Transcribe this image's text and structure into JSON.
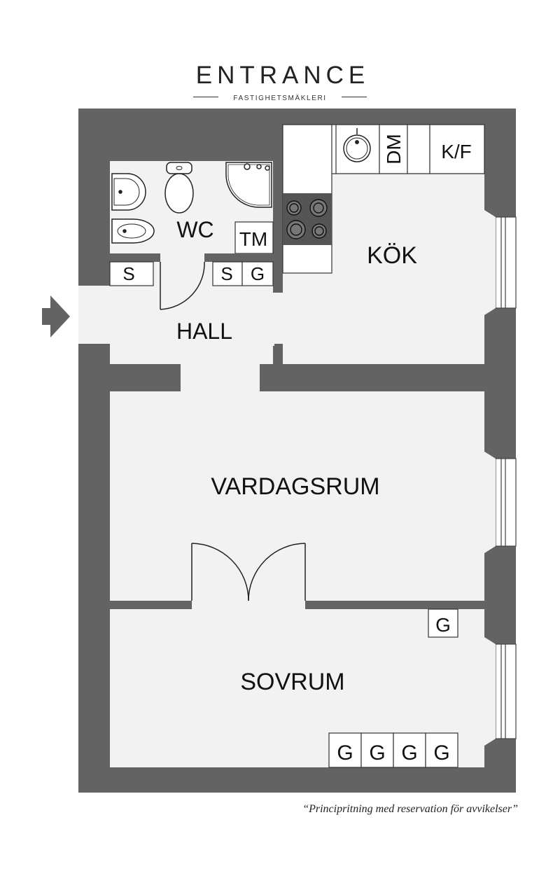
{
  "brand": {
    "name": "ENTRANCE",
    "tagline": "FASTIGHETSMÄKLERI"
  },
  "rooms": {
    "wc": "WC",
    "kok": "KÖK",
    "hall": "HALL",
    "vardagsrum": "VARDAGSRUM",
    "sovrum": "SOVRUM"
  },
  "fixtures": {
    "dm": "DM",
    "kf": "K/F",
    "tm": "TM",
    "hall_closet_s": "S",
    "wc_closet_s": "S",
    "wc_closet_g": "G",
    "bedroom_g_single": "G",
    "bedroom_g_row": [
      "G",
      "G",
      "G",
      "G"
    ]
  },
  "disclaimer": "“Principritning med reservation för avvikelser”",
  "colors": {
    "wall": "#636363",
    "floor": "#f2f2f2",
    "outline": "#222222"
  }
}
